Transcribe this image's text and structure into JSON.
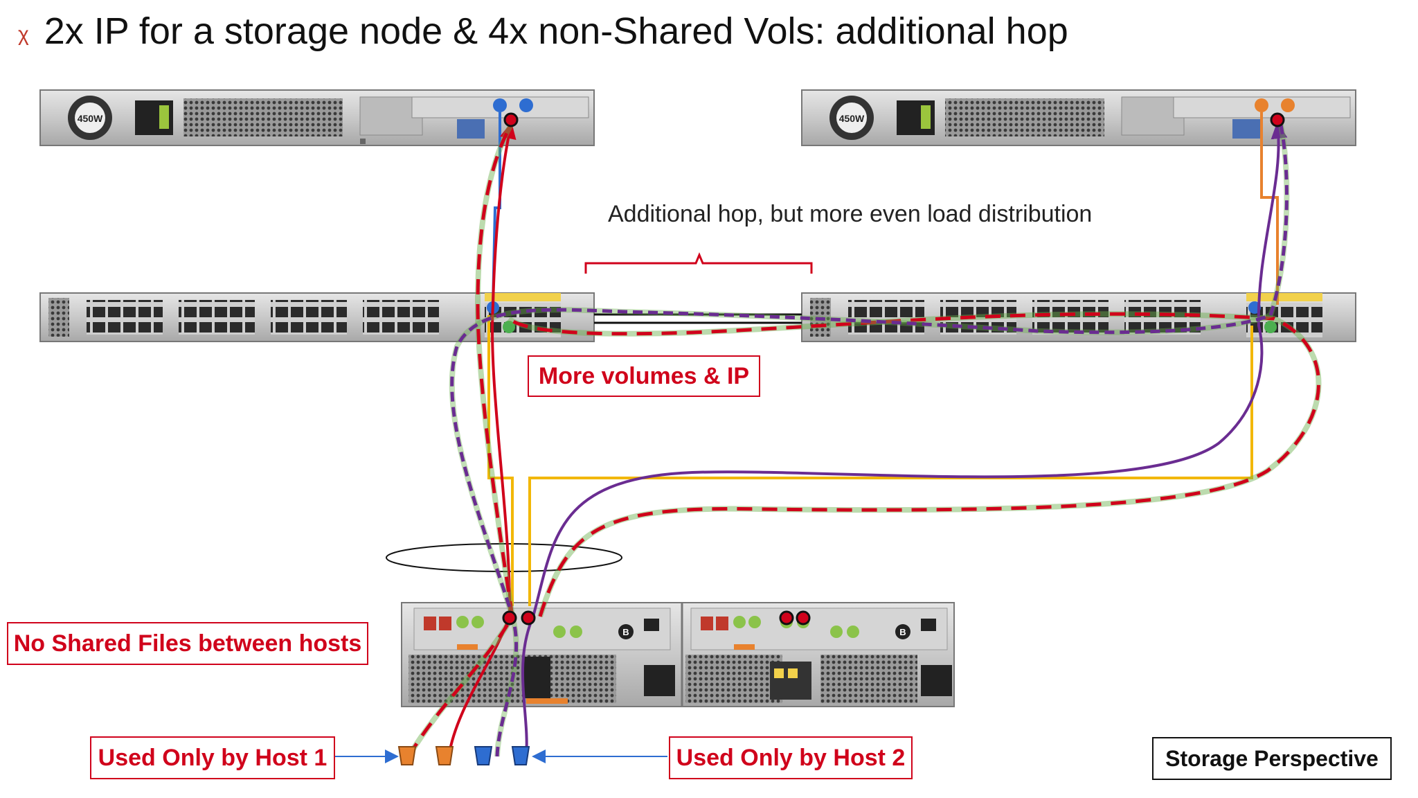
{
  "slide": {
    "bullet": "χ",
    "title": "2x IP for a storage node & 4x non-Shared Vols: additional hop"
  },
  "annotations": {
    "additional_hop": "Additional hop, but more even load distribution",
    "more_volumes": "More volumes & IP",
    "no_shared_files": "No Shared Files between hosts",
    "used_by_host1": "Used Only by Host 1",
    "used_by_host2": "Used Only by Host 2",
    "perspective": "Storage Perspective"
  },
  "hardware": {
    "psu_label": "450W",
    "storage_module_a": "B",
    "storage_module_b": "B"
  },
  "colors": {
    "red": "#d0021b",
    "purple": "#6a2c91",
    "yellow": "#f2b705",
    "blue": "#2e6dd1",
    "orange": "#e8822e",
    "green_dash": "#6ab04c",
    "chassis": "#c8c8c8"
  },
  "volumes": [
    {
      "color": "orange",
      "owner": "Host 1"
    },
    {
      "color": "orange",
      "owner": "Host 1"
    },
    {
      "color": "blue",
      "owner": "Host 2"
    },
    {
      "color": "blue",
      "owner": "Host 2"
    }
  ]
}
